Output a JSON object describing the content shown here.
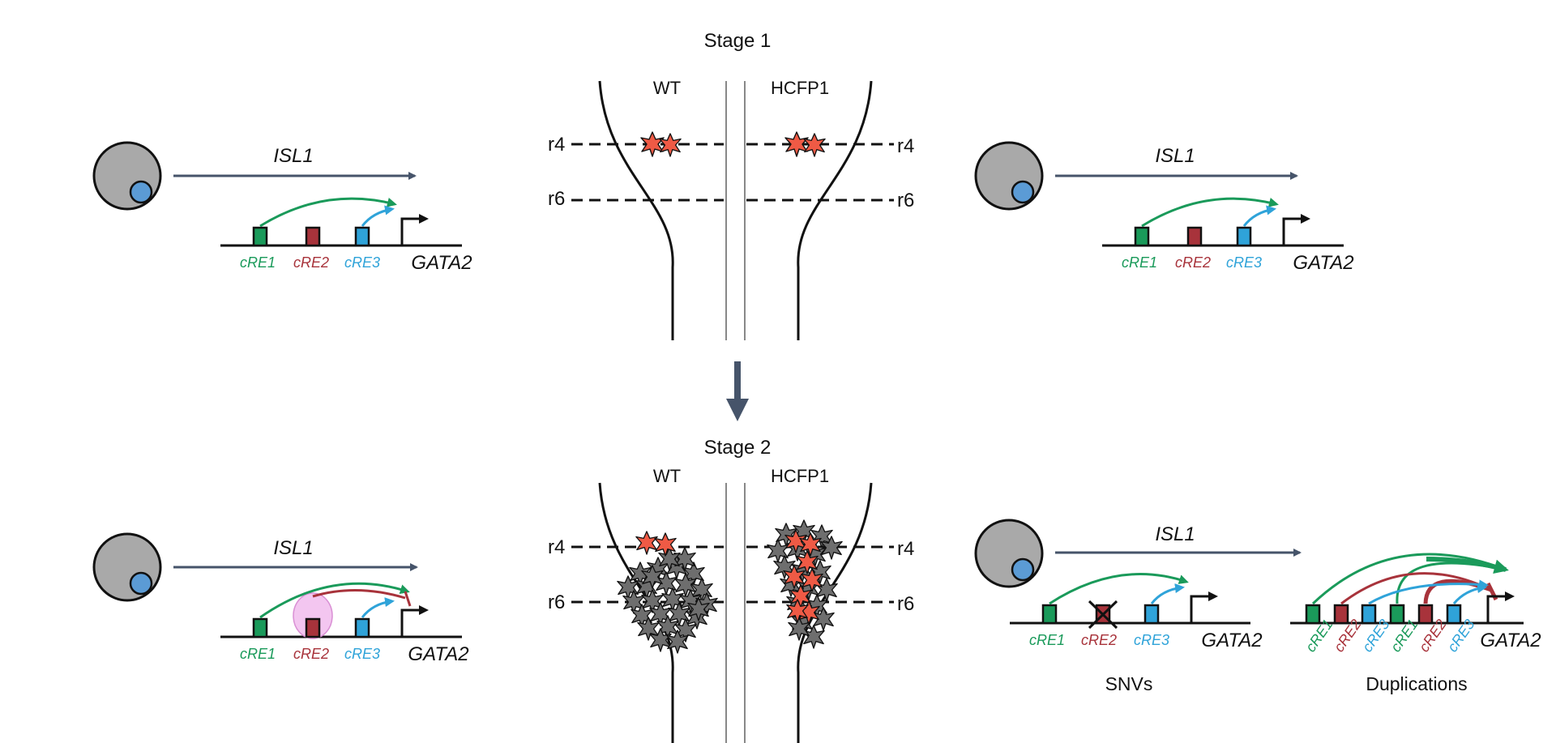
{
  "stage1": {
    "title": "Stage 1",
    "wt_label": "WT",
    "mut_label": "HCFP1",
    "r4_left": "r4",
    "r6_left": "r6",
    "r4_right": "r4",
    "r6_right": "r6"
  },
  "stage2": {
    "title": "Stage 2",
    "wt_label": "WT",
    "mut_label": "HCFP1",
    "r4_left": "r4",
    "r6_left": "r6",
    "r4_right": "r4",
    "r6_right": "r6"
  },
  "genes": {
    "isl1": "ISL1",
    "gata2": "GATA2"
  },
  "cres": {
    "cre1": "cRE1",
    "cre2": "cRE2",
    "cre3": "cRE3"
  },
  "panels": {
    "snvs": "SNVs",
    "duplications": "Duplications"
  },
  "colors": {
    "green": "#1a9a5a",
    "red": "#a8333b",
    "blue": "#2fa3d9",
    "arrow": "#46546a",
    "cell": "#a9a9a9",
    "nucleus": "#5b9bd5",
    "neuron_red": "#ef5a45",
    "neuron_gray": "#6e6e6e",
    "halo": "#f3c6f0"
  }
}
